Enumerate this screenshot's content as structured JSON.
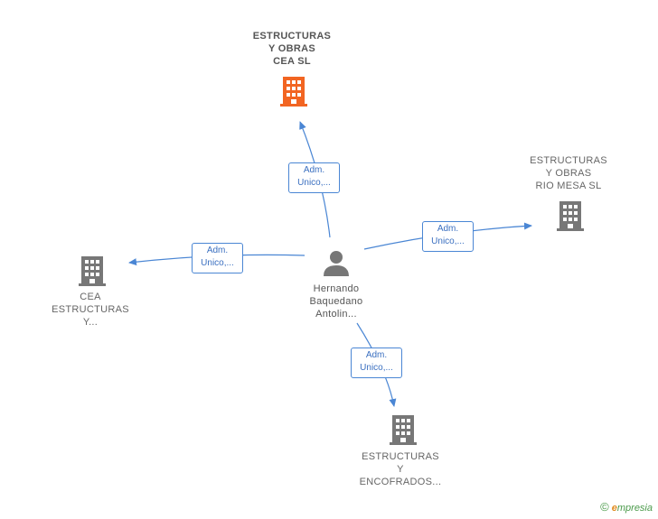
{
  "colors": {
    "edge": "#4a86d4",
    "highlight_building": "#f26522",
    "building": "#777777",
    "person": "#777777"
  },
  "center": {
    "name_lines": [
      "Hernando",
      "Baquedano",
      "Antolin..."
    ],
    "icon": "person-icon"
  },
  "nodes": [
    {
      "id": "top",
      "name_lines": [
        "ESTRUCTURAS",
        "Y OBRAS",
        "CEA  SL"
      ],
      "icon": "building-icon",
      "highlight": true,
      "relation": [
        "Adm.",
        "Unico,..."
      ]
    },
    {
      "id": "right",
      "name_lines": [
        "ESTRUCTURAS",
        "Y OBRAS",
        "RIO MESA  SL"
      ],
      "icon": "building-icon",
      "highlight": false,
      "relation": [
        "Adm.",
        "Unico,..."
      ]
    },
    {
      "id": "left",
      "name_lines": [
        "CEA",
        "ESTRUCTURAS",
        "Y..."
      ],
      "icon": "building-icon",
      "highlight": false,
      "relation": [
        "Adm.",
        "Unico,..."
      ]
    },
    {
      "id": "bottom",
      "name_lines": [
        "ESTRUCTURAS",
        "Y",
        "ENCOFRADOS..."
      ],
      "icon": "building-icon",
      "highlight": false,
      "relation": [
        "Adm.",
        "Unico,..."
      ]
    }
  ],
  "brand": {
    "copyright": "©",
    "e": "e",
    "rest": "mpresia"
  }
}
